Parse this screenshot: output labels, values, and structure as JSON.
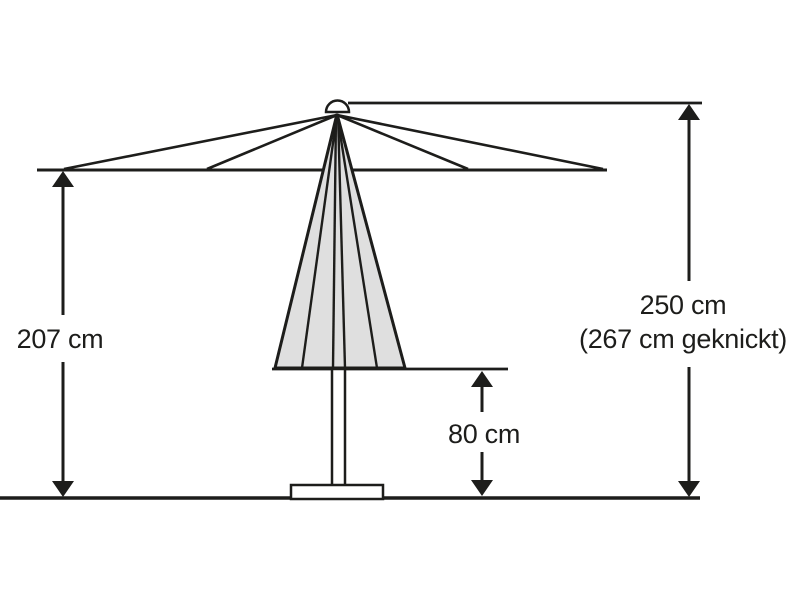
{
  "diagram": {
    "colors": {
      "line": "#1d1d1b",
      "canopy_fill": "#dfdfdf",
      "background": "#ffffff"
    },
    "dimensions": {
      "left_height": {
        "label": "207 cm"
      },
      "total_height": {
        "label_line1": "250 cm",
        "label_line2": "(267 cm geknickt)"
      },
      "clearance_height": {
        "label": "80 cm"
      }
    }
  }
}
